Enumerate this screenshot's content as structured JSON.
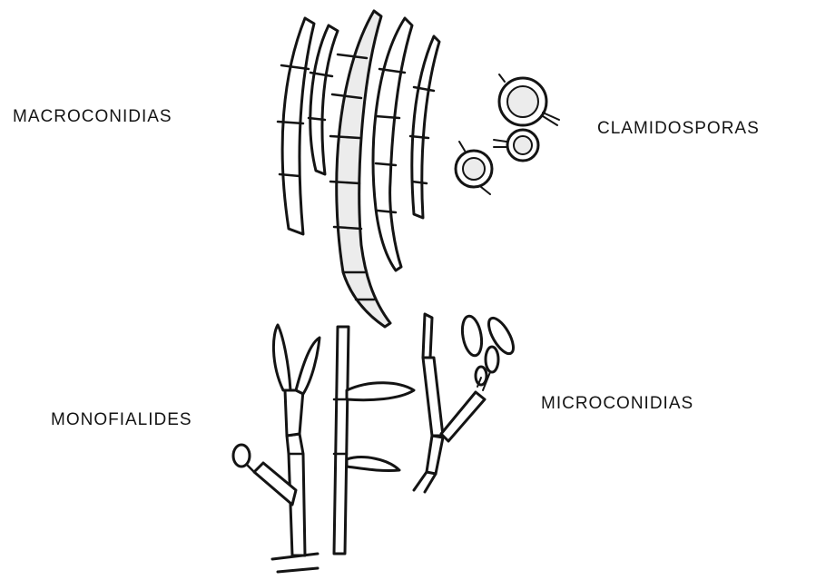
{
  "labels": {
    "macroconidias": "MACROCONIDIAS",
    "clamidosporas": "CLAMIDOSPORAS",
    "monofialides": "MONOFIALIDES",
    "microconidias": "MICROCONIDIAS"
  },
  "colors": {
    "ink": "#141414",
    "fill": "#ffffff",
    "shade": "#ececec"
  }
}
